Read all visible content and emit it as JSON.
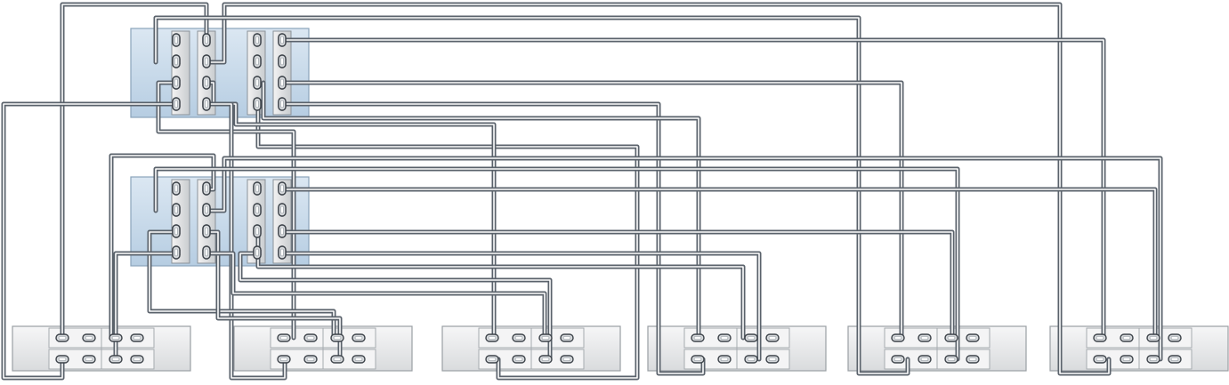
{
  "diagram": {
    "controllers": [
      {
        "id": "controller-1"
      },
      {
        "id": "controller-2"
      }
    ],
    "shelves": [
      {
        "id": "shelf-1"
      },
      {
        "id": "shelf-2"
      },
      {
        "id": "shelf-3"
      },
      {
        "id": "shelf-4"
      },
      {
        "id": "shelf-5"
      },
      {
        "id": "shelf-6"
      }
    ],
    "colors": {
      "controller_fill": "#c8daea",
      "controller_border": "#8aa3ba",
      "shelf_fill": "#e9eaeb",
      "shelf_border": "#9a9fa4",
      "cable_outer": "#5a626b",
      "cable_inner": "#ffffff",
      "port_fill": "#d9dcdf",
      "port_border": "#3d434a"
    }
  }
}
